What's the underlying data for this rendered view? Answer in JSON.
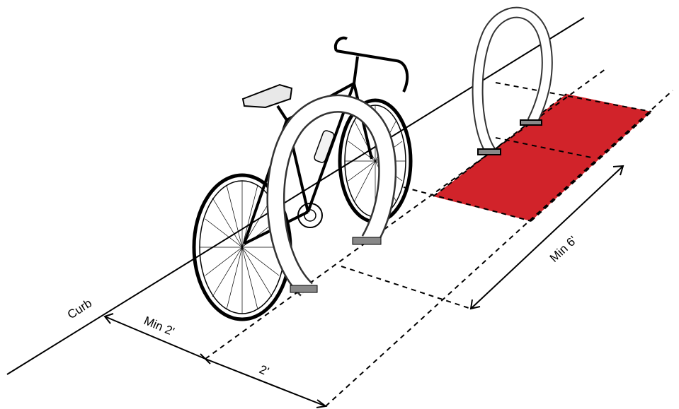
{
  "labels": {
    "curb": "Curb",
    "min_clearance": "Min 2'",
    "spacing": "2'",
    "min_length": "Min 6'"
  },
  "colors": {
    "highlight_zone": "#d1232a",
    "line": "#000000",
    "bike_frame": "#ffffff",
    "rack_fill": "#ffffff"
  }
}
